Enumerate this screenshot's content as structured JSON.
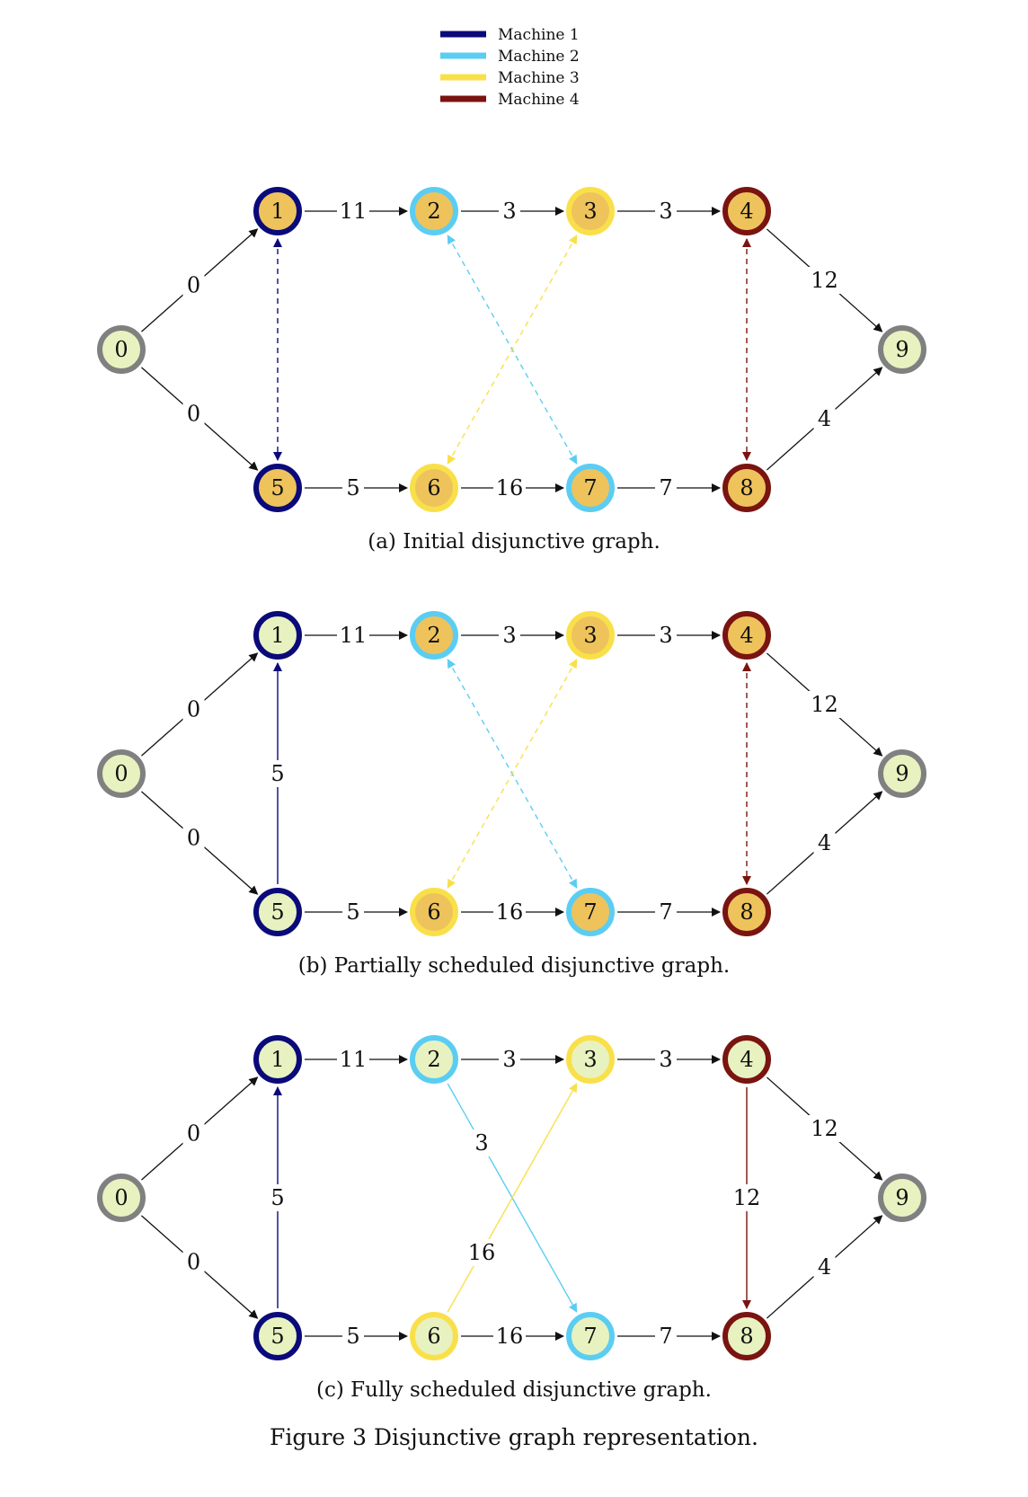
{
  "legend": [
    {
      "label": "Machine 1",
      "color": "#0a0a7a"
    },
    {
      "label": "Machine 2",
      "color": "#5ccdf2"
    },
    {
      "label": "Machine 3",
      "color": "#f9e04a"
    },
    {
      "label": "Machine 4",
      "color": "#7a1410"
    }
  ],
  "colors": {
    "unscheduled_fill": "#eec35c",
    "scheduled_fill": "#e8f2c0",
    "terminal_ring": "#808080",
    "conjunctive_edge": "#111111"
  },
  "nodes": [
    {
      "id": "0",
      "machine": null
    },
    {
      "id": "1",
      "machine": 0
    },
    {
      "id": "2",
      "machine": 1
    },
    {
      "id": "3",
      "machine": 2
    },
    {
      "id": "4",
      "machine": 3
    },
    {
      "id": "5",
      "machine": 0
    },
    {
      "id": "6",
      "machine": 2
    },
    {
      "id": "7",
      "machine": 1
    },
    {
      "id": "8",
      "machine": 3
    },
    {
      "id": "9",
      "machine": null
    }
  ],
  "conjunctive_edges": [
    {
      "from": "0",
      "to": "1",
      "label": "0"
    },
    {
      "from": "0",
      "to": "5",
      "label": "0"
    },
    {
      "from": "1",
      "to": "2",
      "label": "11"
    },
    {
      "from": "2",
      "to": "3",
      "label": "3"
    },
    {
      "from": "3",
      "to": "4",
      "label": "3"
    },
    {
      "from": "4",
      "to": "9",
      "label": "12"
    },
    {
      "from": "5",
      "to": "6",
      "label": "5"
    },
    {
      "from": "6",
      "to": "7",
      "label": "16"
    },
    {
      "from": "7",
      "to": "8",
      "label": "7"
    },
    {
      "from": "8",
      "to": "9",
      "label": "4"
    }
  ],
  "panels": [
    {
      "caption": "(a) Initial disjunctive graph.",
      "scheduled_nodes": [
        "0",
        "9"
      ],
      "disjunctive_edges": [
        {
          "a": "1",
          "b": "5",
          "machine": 0,
          "directed": false,
          "label": ""
        },
        {
          "a": "2",
          "b": "7",
          "machine": 1,
          "directed": false,
          "label": ""
        },
        {
          "a": "3",
          "b": "6",
          "machine": 2,
          "directed": false,
          "label": ""
        },
        {
          "a": "4",
          "b": "8",
          "machine": 3,
          "directed": false,
          "label": ""
        }
      ]
    },
    {
      "caption": "(b) Partially scheduled disjunctive graph.",
      "scheduled_nodes": [
        "0",
        "9",
        "1",
        "5"
      ],
      "disjunctive_edges": [
        {
          "a": "5",
          "b": "1",
          "machine": 0,
          "directed": true,
          "label": "5"
        },
        {
          "a": "2",
          "b": "7",
          "machine": 1,
          "directed": false,
          "label": ""
        },
        {
          "a": "3",
          "b": "6",
          "machine": 2,
          "directed": false,
          "label": ""
        },
        {
          "a": "4",
          "b": "8",
          "machine": 3,
          "directed": false,
          "label": ""
        }
      ]
    },
    {
      "caption": "(c) Fully scheduled disjunctive graph.",
      "scheduled_nodes": [
        "0",
        "1",
        "2",
        "3",
        "4",
        "5",
        "6",
        "7",
        "8",
        "9"
      ],
      "disjunctive_edges": [
        {
          "a": "5",
          "b": "1",
          "machine": 0,
          "directed": true,
          "label": "5"
        },
        {
          "a": "2",
          "b": "7",
          "machine": 1,
          "directed": true,
          "label": "3"
        },
        {
          "a": "6",
          "b": "3",
          "machine": 2,
          "directed": true,
          "label": "16"
        },
        {
          "a": "4",
          "b": "8",
          "machine": 3,
          "directed": true,
          "label": "12"
        }
      ]
    }
  ],
  "figure_caption": "Figure 3    Disjunctive graph representation."
}
